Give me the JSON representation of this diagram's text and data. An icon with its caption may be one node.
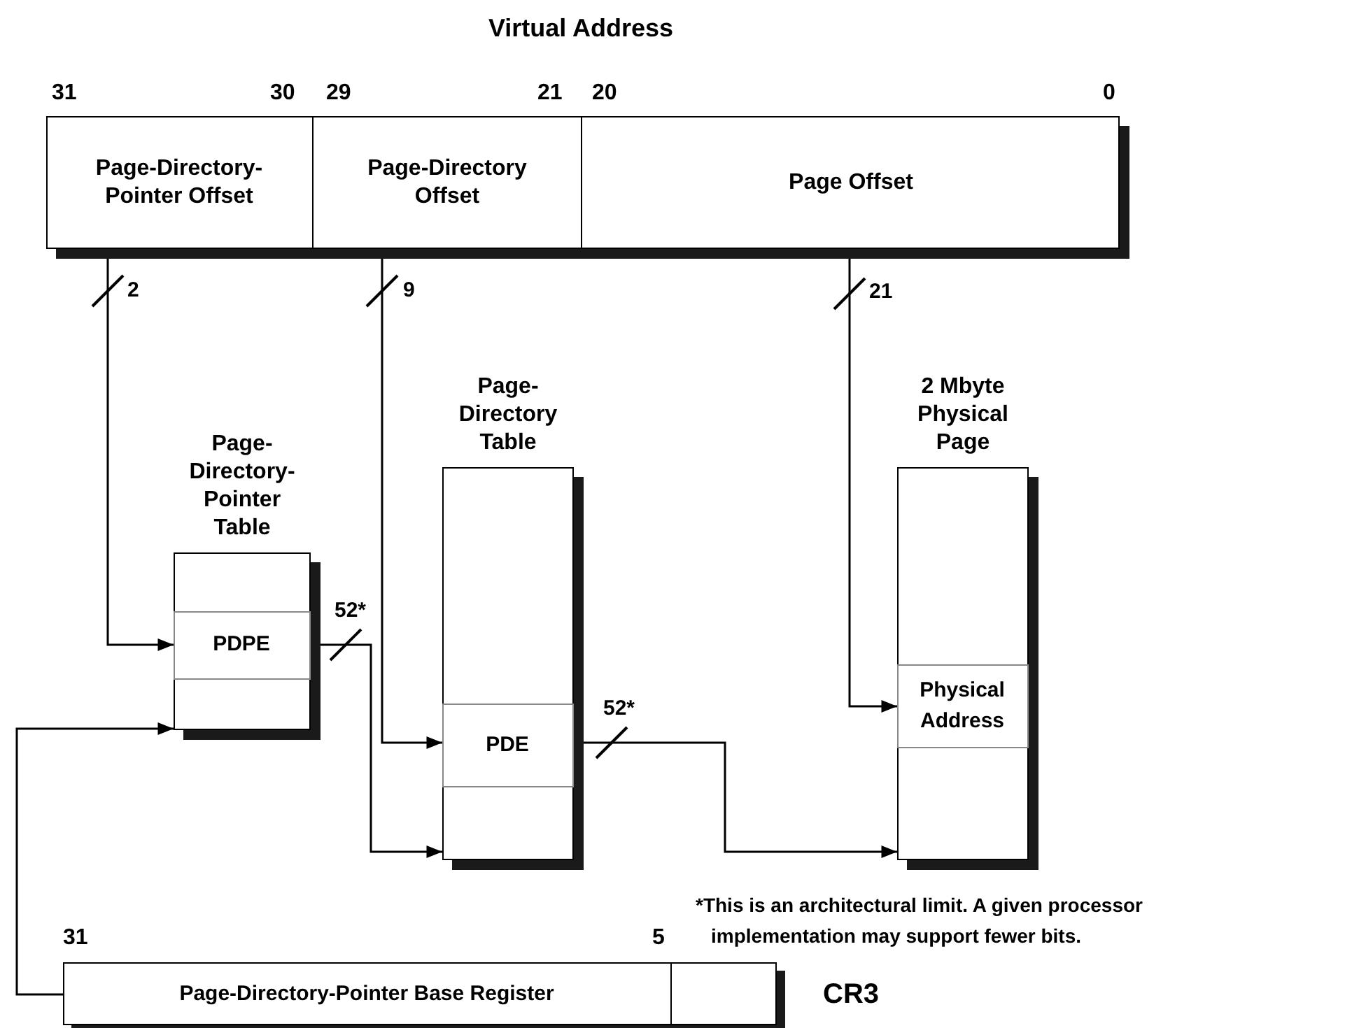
{
  "diagram": {
    "title": "Virtual Address",
    "nodes": [
      {
        "text": [
          "Page-Directory-Pointer Offset"
        ]
      },
      {
        "text": [
          "Page-Directory Offset"
        ]
      },
      {
        "text": [
          "Page Offset"
        ]
      },
      {
        "text": [
          "Page-Directory-Pointer Table"
        ]
      },
      {
        "text": [
          "PDPE"
        ],
        "in": 3
      },
      {
        "text": [
          "Page-Directory Table"
        ]
      },
      {
        "text": [
          "PDE"
        ],
        "in": 5
      },
      {
        "text": [
          "2 Mbyte Physical Page"
        ]
      },
      {
        "text": [
          "Physical Address"
        ],
        "in": 7
      },
      {
        "text": [
          "Page-Directory-Pointer Base Register"
        ]
      }
    ],
    "edges": [
      {
        "from": 0,
        "to": 4,
        "arrow": "to",
        "label": "2"
      },
      {
        "from": 1,
        "to": 6,
        "arrow": "to",
        "label": "9"
      },
      {
        "from": 2,
        "to": 8,
        "arrow": "to",
        "label": "21"
      },
      {
        "from": 4,
        "to": 5,
        "arrow": "to",
        "label": "52*"
      },
      {
        "from": 6,
        "to": 7,
        "arrow": "to",
        "label": "52*"
      },
      {
        "from": 9,
        "to": 3,
        "arrow": "to"
      }
    ],
    "labels": [
      "31",
      "30",
      "29",
      "21",
      "20",
      "0",
      "*This is an architectural limit. A given processor implementation may support fewer bits.",
      "31",
      "5",
      "CR3"
    ]
  }
}
